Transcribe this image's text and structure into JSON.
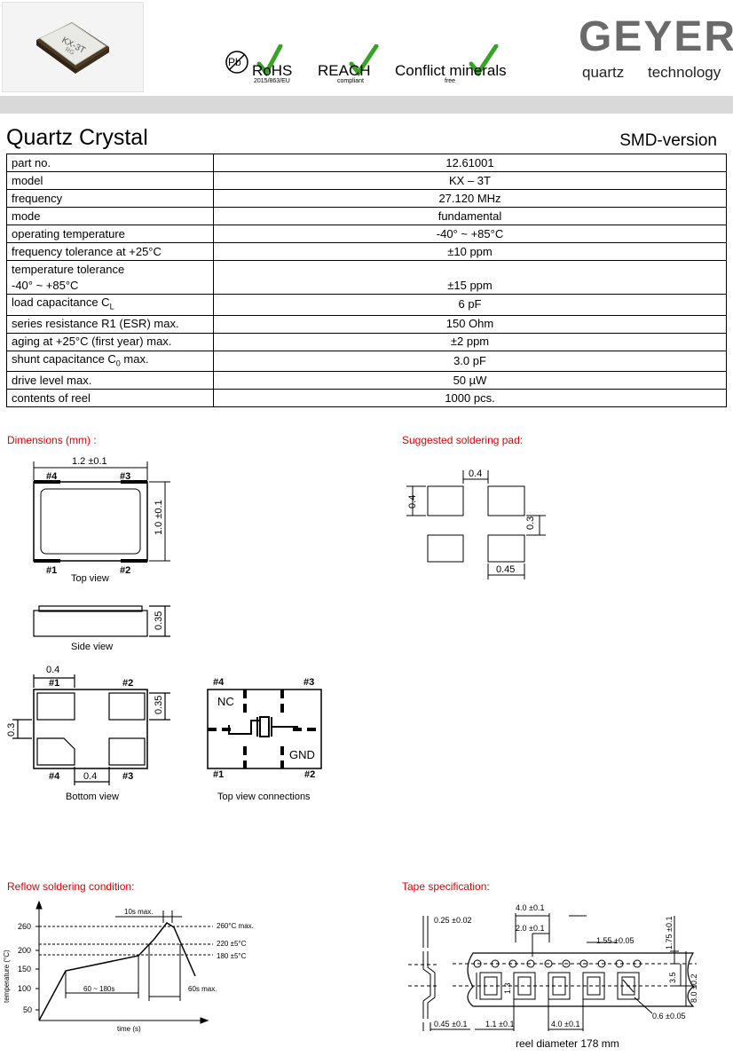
{
  "header": {
    "chip_marking_line1": "KX-3T",
    "chip_marking_line2": "RG",
    "badges": {
      "pb_symbol": "Pb",
      "rohs_label": "RoHS",
      "rohs_sub": "2015/863/EU",
      "reach_label": "REACH",
      "reach_sub": "compliant",
      "conflict_label": "Conflict minerals",
      "conflict_sub": "free"
    },
    "logo": {
      "brand": "GEYER",
      "tagline_left": "quartz",
      "tagline_right": "technology"
    }
  },
  "title": "Quartz Crystal",
  "subtitle": "SMD-version",
  "specs": [
    {
      "label": "part no.",
      "value": "12.61001"
    },
    {
      "label": "model",
      "value": "KX – 3T"
    },
    {
      "label": "frequency",
      "value": "27.120 MHz"
    },
    {
      "label": "mode",
      "value": "fundamental"
    },
    {
      "label": "operating temperature",
      "value": "-40° ~ +85°C"
    },
    {
      "label": "frequency tolerance at +25°C",
      "value": "±10 ppm"
    },
    {
      "label": "temperature tolerance",
      "label2": "-40° ~ +85°C",
      "value": "±15 ppm"
    },
    {
      "label": "load capacitance C",
      "label_sub": "L",
      "value": "6 pF"
    },
    {
      "label": "series resistance R1 (ESR) max.",
      "value": "150 Ohm"
    },
    {
      "label": "aging at +25°C (first year) max.",
      "value": "±2 ppm"
    },
    {
      "label": "shunt capacitance C",
      "label_sub": "0",
      "label_after": " max.",
      "value": "3.0 pF"
    },
    {
      "label": "drive level max.",
      "value": "50 µW"
    },
    {
      "label": "contents of reel",
      "value": "1000 pcs."
    }
  ],
  "dimensions": {
    "heading": "Dimensions (mm) :",
    "width_label": "1.2 ±0.1",
    "height_label": "1.0 ±0.1",
    "thickness_label": "0.35",
    "pad_w_label": "0.4",
    "pad_pitch_label": "0.4",
    "pad_h_label": "0.35",
    "pad_gap_label": "0.3",
    "pin1": "#1",
    "pin2": "#2",
    "pin3": "#3",
    "pin4": "#4",
    "top_view": "Top view",
    "side_view": "Side view",
    "bottom_view": "Bottom view",
    "connections_view": "Top view connections",
    "nc": "NC",
    "gnd": "GND"
  },
  "soldering_pad": {
    "heading": "Suggested soldering pad:",
    "gap_label": "0.4",
    "height_label": "0.4",
    "vgap_label": "0.3",
    "width_label": "0.45"
  },
  "reflow": {
    "heading": "Reflow soldering condition:",
    "y_axis_label": "temperature (°C)",
    "x_axis_label": "time (s)",
    "y_ticks": [
      "260",
      "200",
      "150",
      "100",
      "50"
    ],
    "annotations": {
      "peak_time": "10s max.",
      "peak_temp": "260°C max.",
      "level_220": "220 ±5°C",
      "level_180": "180 ±5°C",
      "preheat": "60 ~ 180s",
      "reflow_time": "60s max."
    }
  },
  "tape": {
    "heading": "Tape specification:",
    "thickness": "0.25 ±0.02",
    "pitch": "4.0 ±0.1",
    "half_pitch": "2.0 ±0.1",
    "hole_dia": "1.55 ±0.05",
    "edge": "1.75 ±0.1",
    "center": "3.5",
    "width": "8.0 ±0.2",
    "pocket_h": "1.3",
    "pocket_w": "1.1 ±0.1",
    "pocket_depth": "0.45 ±0.1",
    "pocket_pitch": "4.0 ±0.1",
    "hole_small": "0.6 ±0.05",
    "reel_text": "reel diameter 178 mm"
  }
}
